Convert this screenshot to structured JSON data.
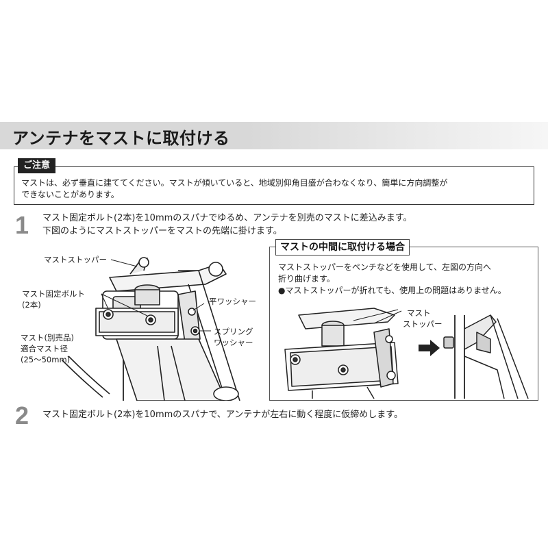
{
  "header": {
    "title": "アンテナをマストに取付ける"
  },
  "caution": {
    "label": "ご注意",
    "line1": "マストは、必ず垂直に建ててください。マストが傾いていると、地域別仰角目盛が合わなくなり、簡単に方向調整が",
    "line2": "できないことがあります。"
  },
  "step1": {
    "number": "1",
    "line1": "マスト固定ボルト(2本)を10mmのスパナでゆるめ、アンテナを別売のマストに差込みます。",
    "line2": "下図のようにマストストッパーをマストの先端に掛けます。"
  },
  "main_figure": {
    "label_stopper": "マストストッパー",
    "label_bolt_1": "マスト固定ボルト",
    "label_bolt_2": "(2本)",
    "label_washer": "平ワッシャー",
    "label_spring_1": "スプリング",
    "label_spring_2": "ワッシャー",
    "label_mast_1": "マスト(別売品)",
    "label_mast_2": "適合マスト径",
    "label_mast_3": "(25～50mm)"
  },
  "side_panel": {
    "header": "マストの中間に取付ける場合",
    "line1": "マストストッパーをペンチなどを使用して、左図の方向へ",
    "line2": "折り曲げます。",
    "line3": "●マストストッパーが折れても、使用上の問題はありません。",
    "label_stopper_1": "マスト",
    "label_stopper_2": "ストッパー"
  },
  "step2": {
    "number": "2",
    "text": "マスト固定ボルト(2本)を10mmのスパナで、アンテナが左右に動く程度に仮締めします。"
  }
}
